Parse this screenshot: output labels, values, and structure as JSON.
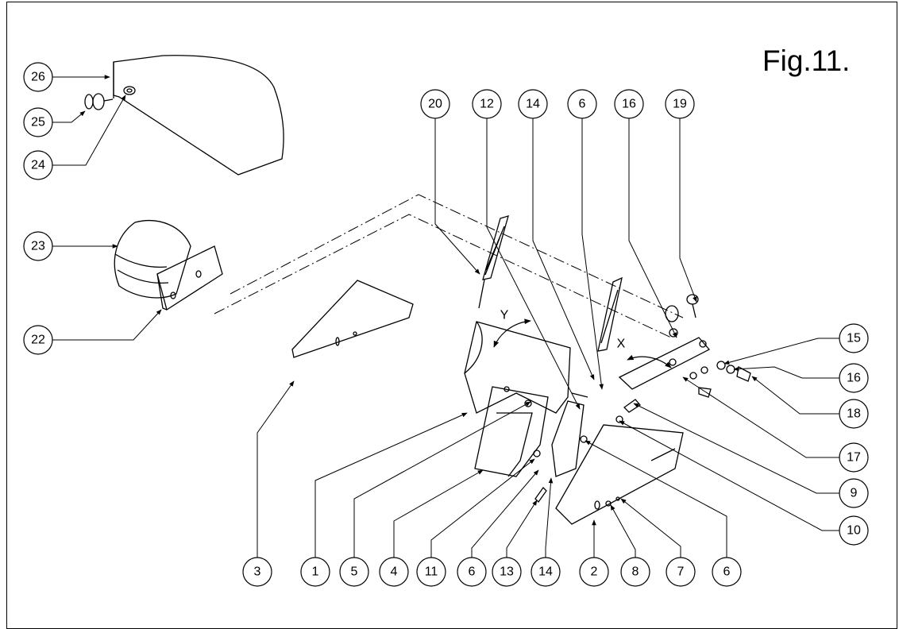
{
  "figure": {
    "title": "Fig.11."
  },
  "callouts": [
    {
      "n": "26"
    },
    {
      "n": "25"
    },
    {
      "n": "24"
    },
    {
      "n": "23"
    },
    {
      "n": "22"
    },
    {
      "n": "20"
    },
    {
      "n": "12"
    },
    {
      "n": "14"
    },
    {
      "n": "6"
    },
    {
      "n": "16"
    },
    {
      "n": "19"
    },
    {
      "n": "15"
    },
    {
      "n": "16"
    },
    {
      "n": "18"
    },
    {
      "n": "17"
    },
    {
      "n": "9"
    },
    {
      "n": "10"
    },
    {
      "n": "3"
    },
    {
      "n": "1"
    },
    {
      "n": "5"
    },
    {
      "n": "4"
    },
    {
      "n": "11"
    },
    {
      "n": "6"
    },
    {
      "n": "13"
    },
    {
      "n": "14"
    },
    {
      "n": "2"
    },
    {
      "n": "8"
    },
    {
      "n": "7"
    },
    {
      "n": "6"
    }
  ],
  "axis_labels": {
    "y": "Y",
    "x": "X"
  }
}
